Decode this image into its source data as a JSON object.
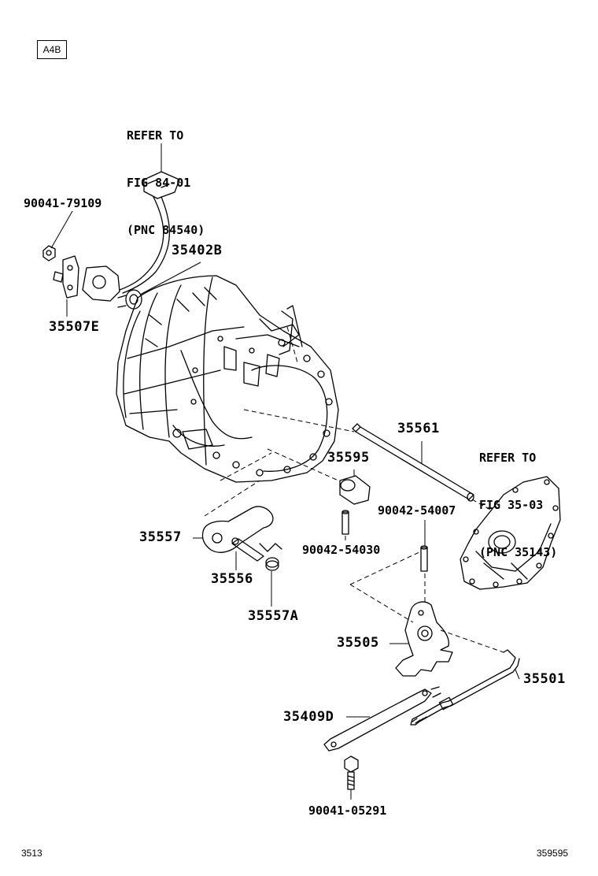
{
  "figure_tag": "A4B",
  "refer_notes": {
    "top": [
      "REFER TO",
      "FIG 84-01",
      "(PNC 84540)"
    ],
    "right": [
      "REFER TO",
      "FIG 35-03",
      "(PNC 35143)"
    ]
  },
  "part_numbers": {
    "p90041_79109": "90041-79109",
    "p35402B": "35402B",
    "p35507E": "35507E",
    "p35561": "35561",
    "p35595": "35595",
    "p90042_54007": "90042-54007",
    "p35557": "35557",
    "p90042_54030": "90042-54030",
    "p35556": "35556",
    "p35557A": "35557A",
    "p35505": "35505",
    "p35501": "35501",
    "p35409D": "35409D",
    "p90041_05291": "90041-05291"
  },
  "footer": {
    "left_code": "3513",
    "right_code": "359595"
  }
}
